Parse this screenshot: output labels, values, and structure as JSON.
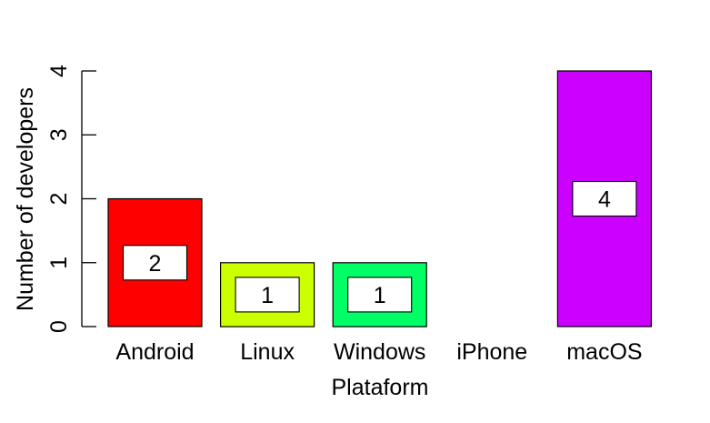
{
  "chart_data": {
    "type": "bar",
    "title": "",
    "xlabel": "Plataform",
    "ylabel": "Number of developers",
    "categories": [
      "Android",
      "Linux",
      "Windows",
      "iPhone",
      "macOS"
    ],
    "values": [
      2,
      1,
      1,
      0,
      4
    ],
    "data_labels": [
      "2",
      "1",
      "1",
      "",
      "4"
    ],
    "colors": [
      "#ff0000",
      "#ccff00",
      "#00ff66",
      "#0066ff",
      "#cc00ff"
    ],
    "ylim": [
      0,
      4
    ],
    "yticks": [
      0,
      1,
      2,
      3,
      4
    ],
    "ytick_labels": [
      "0",
      "1",
      "2",
      "3",
      "4"
    ],
    "grid": false,
    "legend": "none"
  }
}
